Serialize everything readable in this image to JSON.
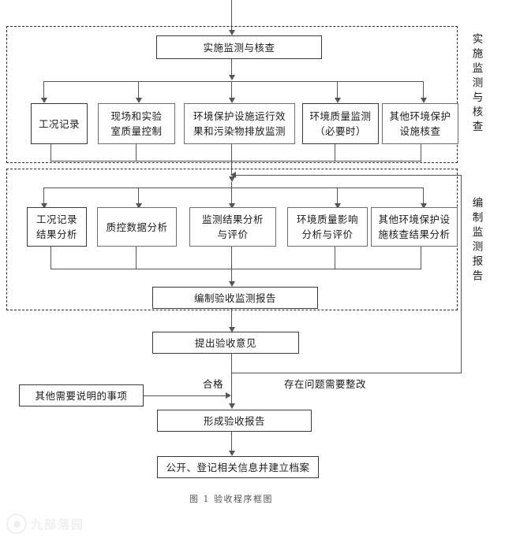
{
  "figure": {
    "caption": "图 1  验收程序框图",
    "watermark_text": "九部落园"
  },
  "stages": [
    {
      "id": "stage-implement",
      "label": "实施监测与核查"
    },
    {
      "id": "stage-report",
      "label": "编制监测报告"
    }
  ],
  "nodes": {
    "implement_header": "实施监测与核查",
    "row1": [
      {
        "id": "n1",
        "label": "工况记录"
      },
      {
        "id": "n2",
        "label": "现场和实验\n室质量控制"
      },
      {
        "id": "n3",
        "label": "环境保护设施运行效\n果和污染物排放监测"
      },
      {
        "id": "n4",
        "label": "环境质量监测\n（必要时）"
      },
      {
        "id": "n5",
        "label": "其他环境保护\n设施核查"
      }
    ],
    "row2": [
      {
        "id": "m1",
        "label": "工况记录\n结果分析"
      },
      {
        "id": "m2",
        "label": "质控数据分析"
      },
      {
        "id": "m3",
        "label": "监测结果分析\n与评价"
      },
      {
        "id": "m4",
        "label": "环境质量影响\n分析与评价"
      },
      {
        "id": "m5",
        "label": "其他环境保护设\n施核查结果分析"
      }
    ],
    "compile_report": "编制验收监测报告",
    "propose_opinion": "提出验收意见",
    "other_matters": "其他需要说明的事项",
    "form_report": "形成验收报告",
    "publish_archive": "公开、登记相关信息并建立档案"
  },
  "edge_labels": {
    "pass": "合格",
    "rework": "存在问题需要整改"
  },
  "colors": {
    "box_border": "#3a3a3a",
    "line": "#555555",
    "dashed_border": "#2b2b2b",
    "text": "#1a1a1a",
    "background": "#ffffff"
  }
}
